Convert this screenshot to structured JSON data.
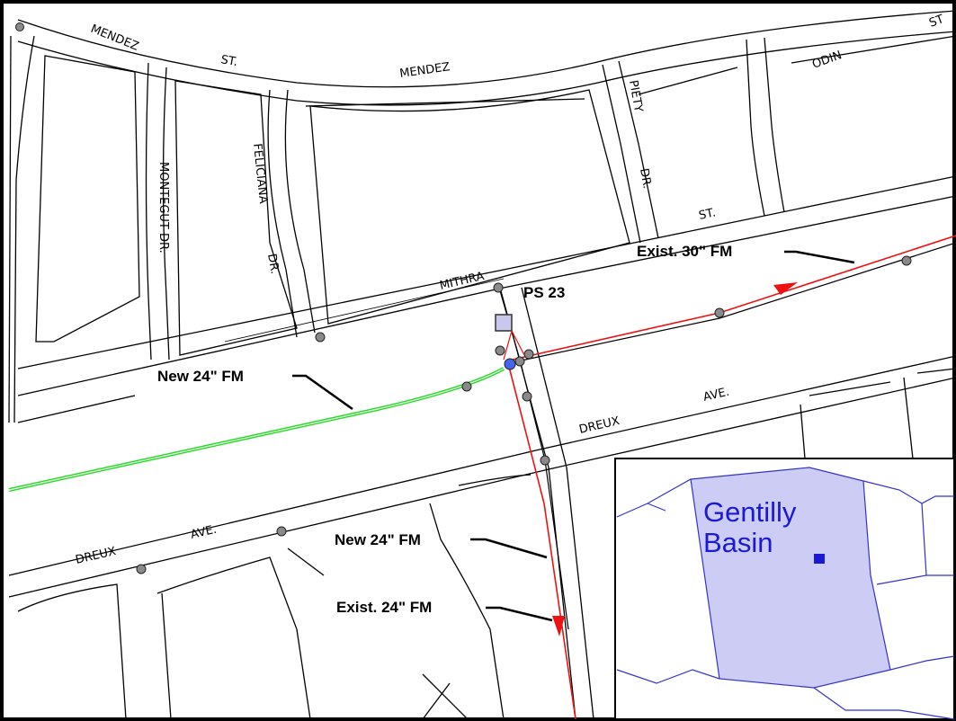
{
  "streets": {
    "mendez_1": "MENDEZ",
    "st_1": "ST.",
    "mendez_2": "MENDEZ",
    "odin": "ODIN",
    "st_corner": "ST",
    "piety": "PIETY",
    "piety_dr": "DR.",
    "monteguat": "MONTEGUT DR.",
    "feliciana": "FELICIANA",
    "feliciana_dr": "DR.",
    "st_mithra": "ST.",
    "mithra": "MITHRA",
    "dreux_1": "DREUX",
    "ave_1": "AVE.",
    "dreux_2": "DREUX",
    "ave_2": "AVE."
  },
  "callouts": {
    "exist30": "Exist. 30\" FM",
    "ps23": "PS 23",
    "new24_left": "New 24\" FM",
    "new24_right": "New 24\" FM",
    "exist24": "Exist. 24\" FM"
  },
  "inset": {
    "label_line1": "Gentilly",
    "label_line2": "Basin"
  },
  "colors": {
    "new_force_main": "#22dd22",
    "existing_force_main": "#ee1111",
    "streets": "#000000",
    "inset_fill": "#ccccf4",
    "inset_lines": "#3333cc",
    "inset_text": "#1a1ad6",
    "pump_station": "#c8c8ec"
  }
}
